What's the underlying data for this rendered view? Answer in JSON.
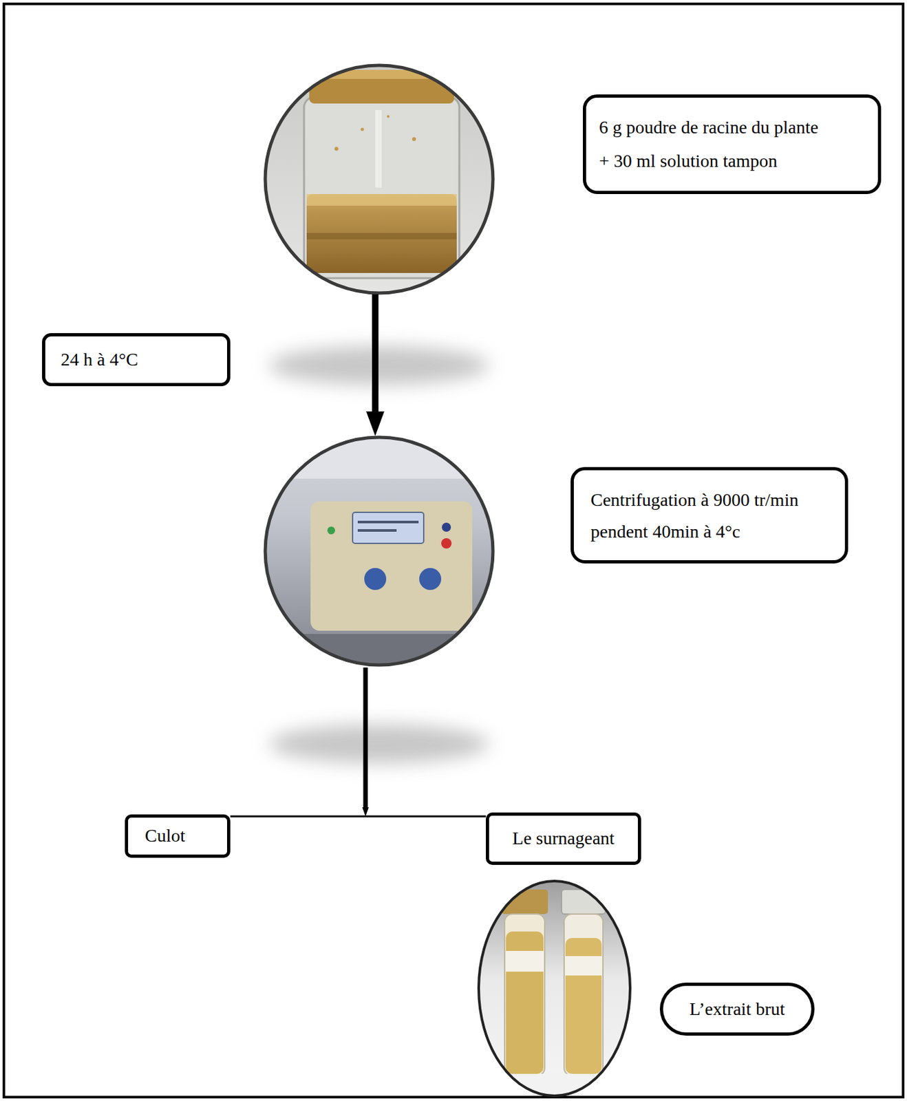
{
  "diagram": {
    "nodes": [
      {
        "text": [
          "6 g poudre de racine du plante",
          "+ 30 ml solution tampon"
        ]
      },
      {
        "text": [
          "24 h à 4°C"
        ]
      },
      {
        "text": [
          "Centrifugation à 9000 tr/min pendent 40min à 4°c"
        ]
      },
      {
        "text": [
          "Culot"
        ]
      },
      {
        "text": [
          "Le surnageant"
        ]
      },
      {
        "text": [
          "L’extrait brut"
        ]
      }
    ]
  }
}
